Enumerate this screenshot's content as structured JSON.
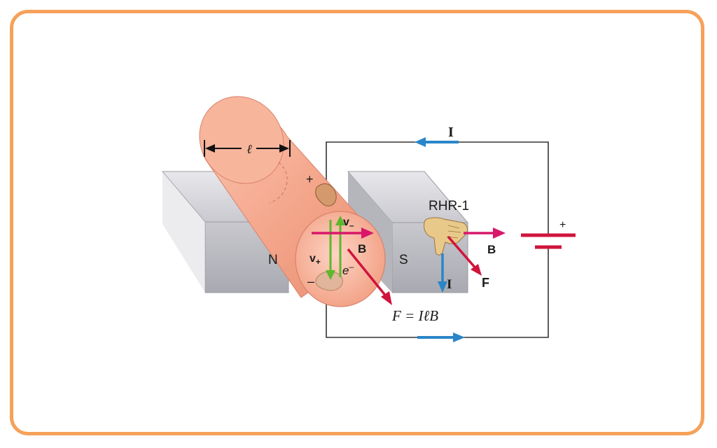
{
  "labels": {
    "length": "ℓ",
    "current_top": "I",
    "rhr": "RHR-1",
    "battery_plus": "+",
    "rod_plus": "+",
    "rod_minus": "–",
    "north": "N",
    "south": "S",
    "v_minus": "v",
    "v_minus_sub": "–",
    "v_plus": "v",
    "v_plus_sub": "+",
    "electron": "e",
    "electron_sup": "–",
    "b_field_rod": "B",
    "b_field_hand": "B",
    "current_hand": "I",
    "force_hand": "F",
    "formula": "F = IℓB"
  },
  "colors": {
    "frame": "#f6a15a",
    "rod": "#f4a78c",
    "magnet": "#bdbdc3",
    "b_arrow": "#d8186a",
    "f_arrow": "#d0143c",
    "i_arrow": "#2a86c8",
    "v_arrow": "#5cb82c",
    "battery": "#d0143c",
    "hand": "#e9c98a"
  }
}
